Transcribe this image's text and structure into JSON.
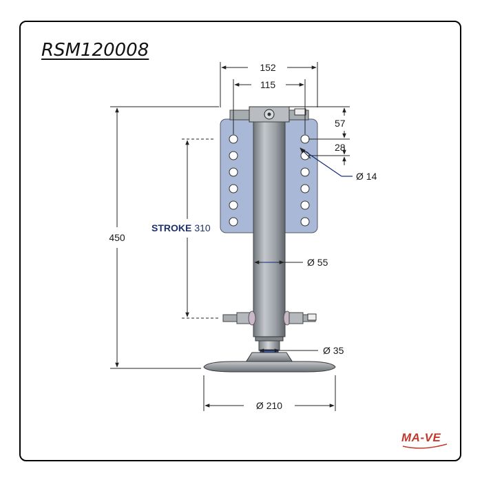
{
  "model_code": "RSM120008",
  "brand_logo": "MA-VE",
  "colors": {
    "plate": "#a9b8d6",
    "tube": "#9ea3a8",
    "leader": "#0b2a7a",
    "brand": "#c0392b"
  },
  "dimensions": {
    "plate_width": "152",
    "hole_spacing": "115",
    "height": "450",
    "top_offset": "57",
    "hole_pitch": "28",
    "hole_diameter": "Ø 14",
    "tube_diameter": "Ø 55",
    "inner_diameter": "Ø 35",
    "foot_diameter": "Ø 210",
    "stroke_label": "STROKE",
    "stroke_value": "310"
  }
}
